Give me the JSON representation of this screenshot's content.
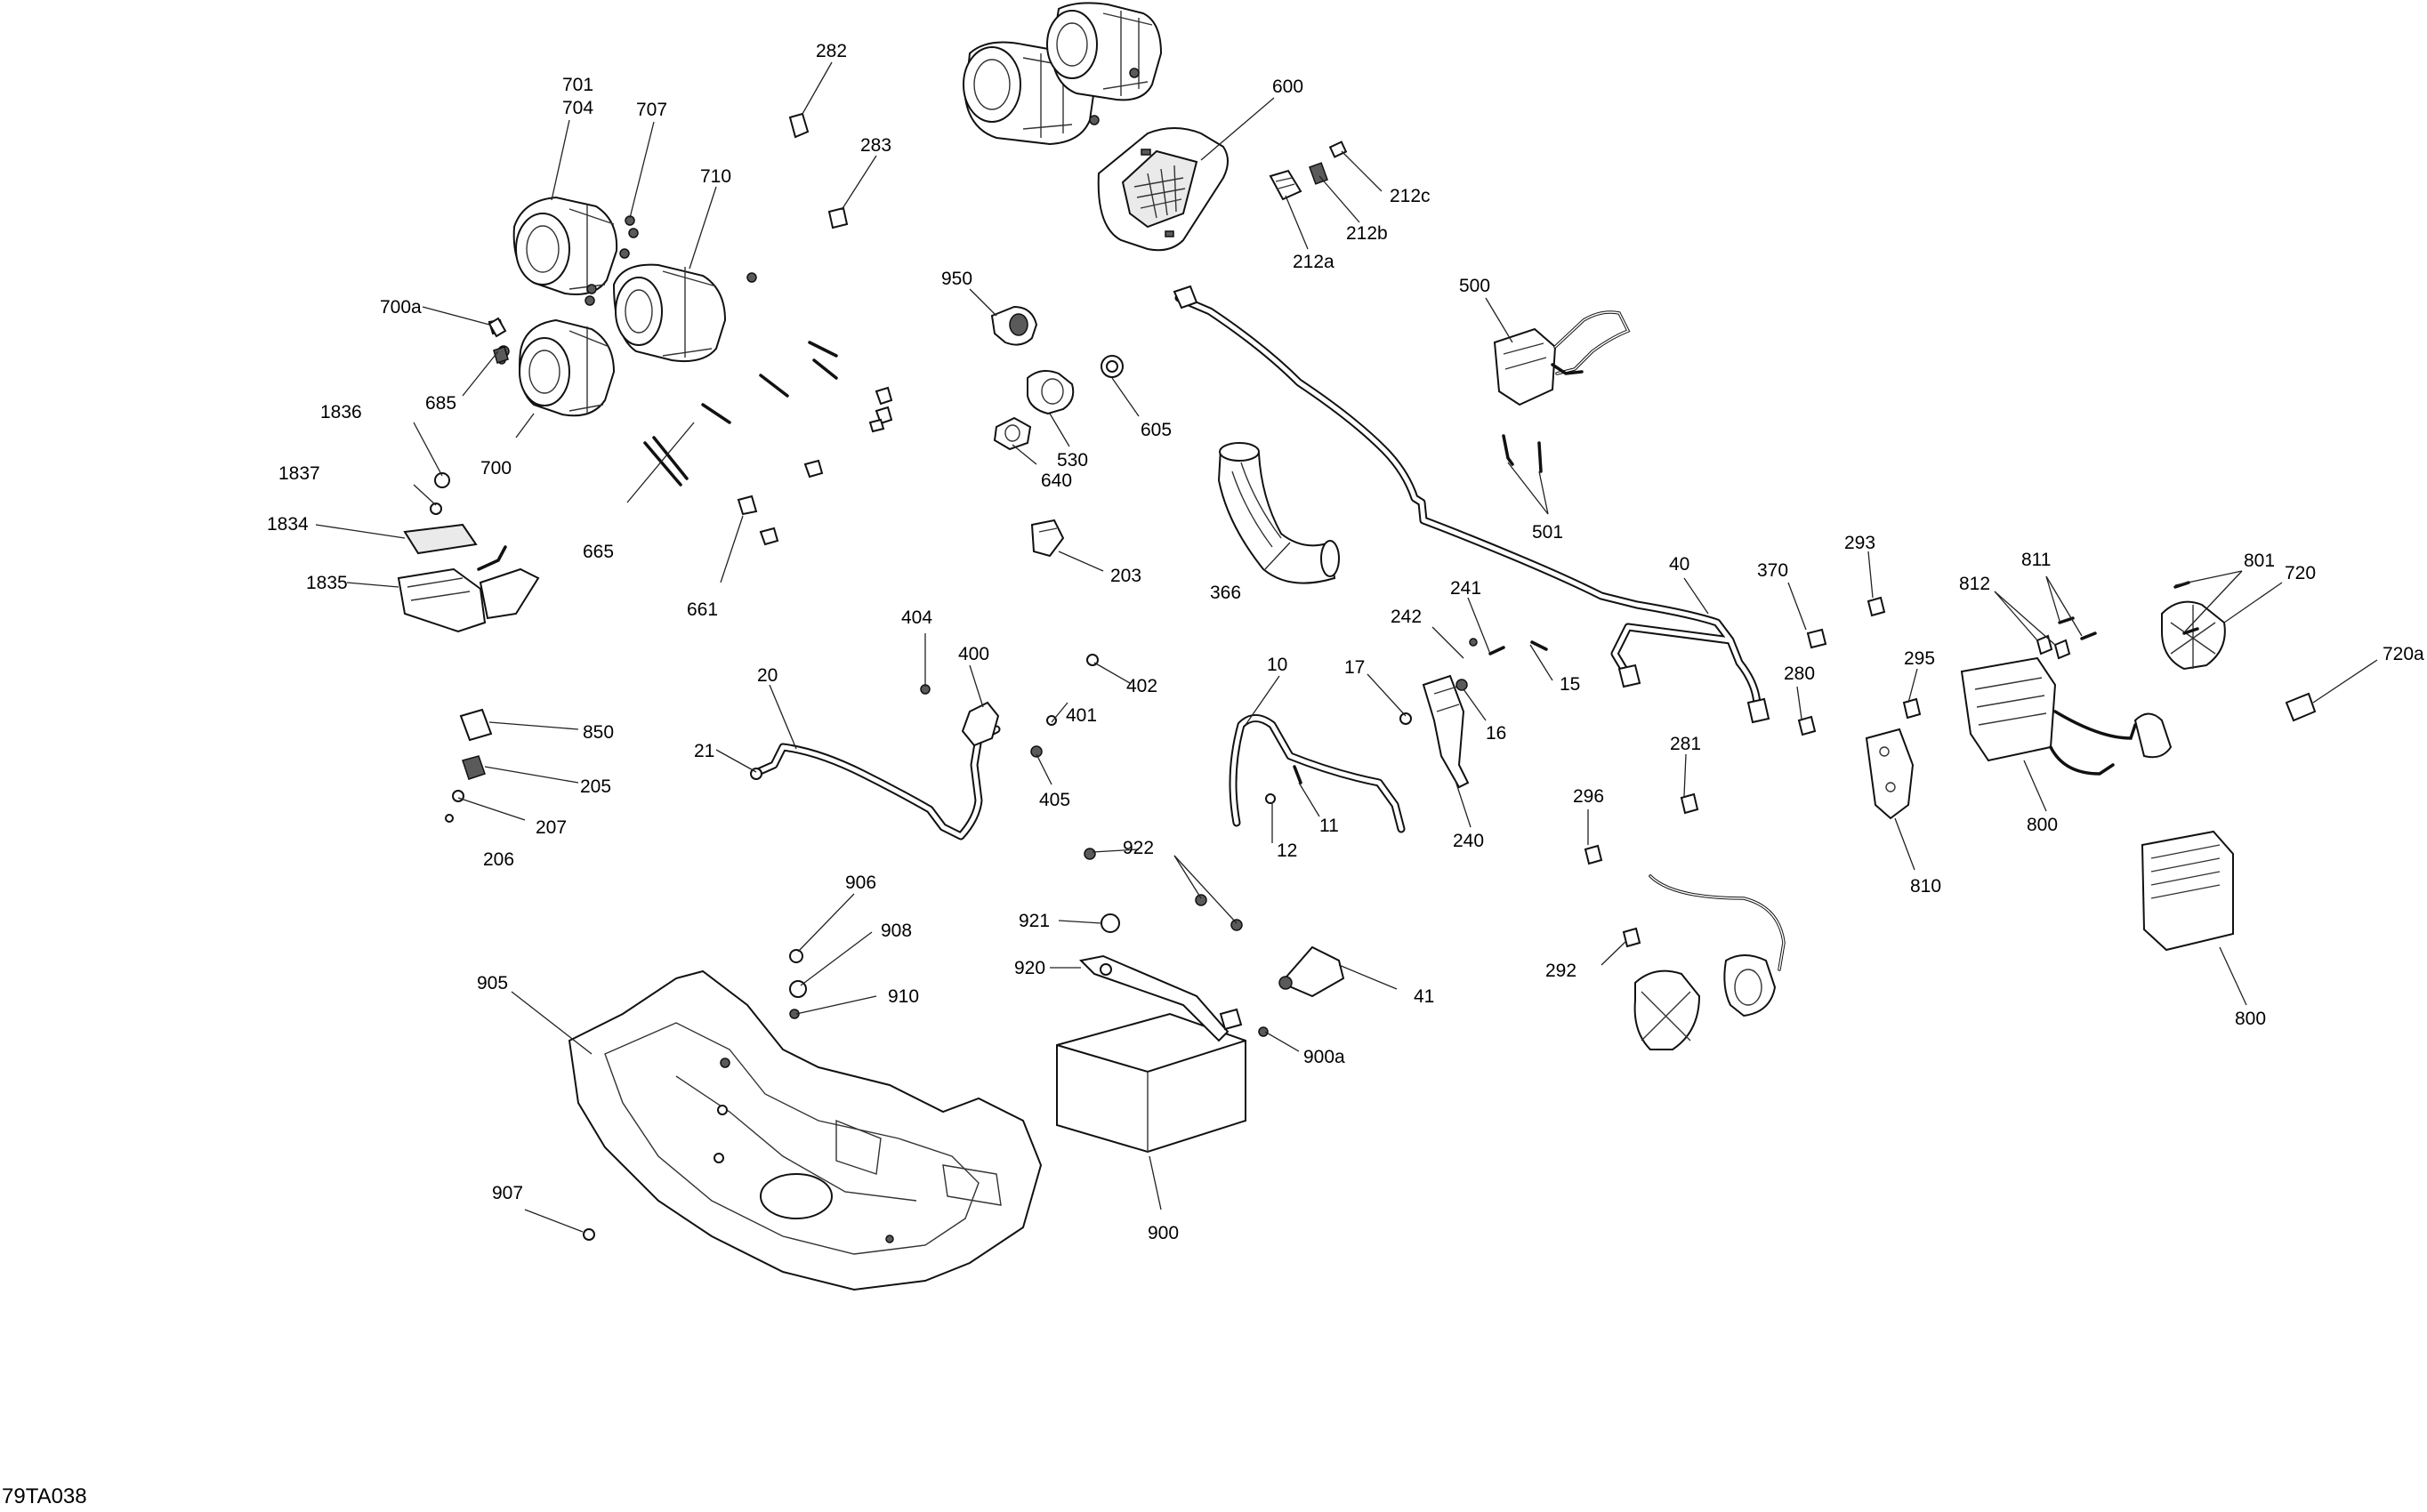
{
  "figure_id": "79TA038",
  "callouts": [
    {
      "id": "c282",
      "label": "282"
    },
    {
      "id": "c283",
      "label": "283"
    },
    {
      "id": "c600",
      "label": "600"
    },
    {
      "id": "c701",
      "label": "701"
    },
    {
      "id": "c704",
      "label": "704"
    },
    {
      "id": "c707",
      "label": "707"
    },
    {
      "id": "c710",
      "label": "710"
    },
    {
      "id": "c212c",
      "label": "212c"
    },
    {
      "id": "c212b",
      "label": "212b"
    },
    {
      "id": "c212a",
      "label": "212a"
    },
    {
      "id": "c950",
      "label": "950"
    },
    {
      "id": "c500",
      "label": "500"
    },
    {
      "id": "c700a",
      "label": "700a"
    },
    {
      "id": "c685",
      "label": "685"
    },
    {
      "id": "c1836",
      "label": "1836"
    },
    {
      "id": "c700",
      "label": "700"
    },
    {
      "id": "c605",
      "label": "605"
    },
    {
      "id": "c530",
      "label": "530"
    },
    {
      "id": "c640",
      "label": "640"
    },
    {
      "id": "c1837",
      "label": "1837"
    },
    {
      "id": "c1834",
      "label": "1834"
    },
    {
      "id": "c665",
      "label": "665"
    },
    {
      "id": "c501",
      "label": "501"
    },
    {
      "id": "c203",
      "label": "203"
    },
    {
      "id": "c366",
      "label": "366"
    },
    {
      "id": "c1835",
      "label": "1835"
    },
    {
      "id": "c661",
      "label": "661"
    },
    {
      "id": "c40",
      "label": "40"
    },
    {
      "id": "c370",
      "label": "370"
    },
    {
      "id": "c293",
      "label": "293"
    },
    {
      "id": "c811",
      "label": "811"
    },
    {
      "id": "c801",
      "label": "801"
    },
    {
      "id": "c812",
      "label": "812"
    },
    {
      "id": "c720",
      "label": "720"
    },
    {
      "id": "c241",
      "label": "241"
    },
    {
      "id": "c242",
      "label": "242"
    },
    {
      "id": "c404",
      "label": "404"
    },
    {
      "id": "c400",
      "label": "400"
    },
    {
      "id": "c402",
      "label": "402"
    },
    {
      "id": "c20",
      "label": "20"
    },
    {
      "id": "c401",
      "label": "401"
    },
    {
      "id": "c10",
      "label": "10"
    },
    {
      "id": "c17",
      "label": "17"
    },
    {
      "id": "c15",
      "label": "15"
    },
    {
      "id": "c16",
      "label": "16"
    },
    {
      "id": "c280",
      "label": "280"
    },
    {
      "id": "c295",
      "label": "295"
    },
    {
      "id": "c720a",
      "label": "720a"
    },
    {
      "id": "c850",
      "label": "850"
    },
    {
      "id": "c21",
      "label": "21"
    },
    {
      "id": "c205",
      "label": "205"
    },
    {
      "id": "c405",
      "label": "405"
    },
    {
      "id": "c11",
      "label": "11"
    },
    {
      "id": "c281",
      "label": "281"
    },
    {
      "id": "c207",
      "label": "207"
    },
    {
      "id": "c206",
      "label": "206"
    },
    {
      "id": "c12",
      "label": "12"
    },
    {
      "id": "c240",
      "label": "240"
    },
    {
      "id": "c296",
      "label": "296"
    },
    {
      "id": "c800a",
      "label": "800"
    },
    {
      "id": "c810",
      "label": "810"
    },
    {
      "id": "c922",
      "label": "922"
    },
    {
      "id": "c906",
      "label": "906"
    },
    {
      "id": "c921",
      "label": "921"
    },
    {
      "id": "c908",
      "label": "908"
    },
    {
      "id": "c920",
      "label": "920"
    },
    {
      "id": "c292",
      "label": "292"
    },
    {
      "id": "c905",
      "label": "905"
    },
    {
      "id": "c910",
      "label": "910"
    },
    {
      "id": "c41",
      "label": "41"
    },
    {
      "id": "c800b",
      "label": "800"
    },
    {
      "id": "c900a",
      "label": "900a"
    },
    {
      "id": "c907",
      "label": "907"
    },
    {
      "id": "c900",
      "label": "900"
    }
  ]
}
